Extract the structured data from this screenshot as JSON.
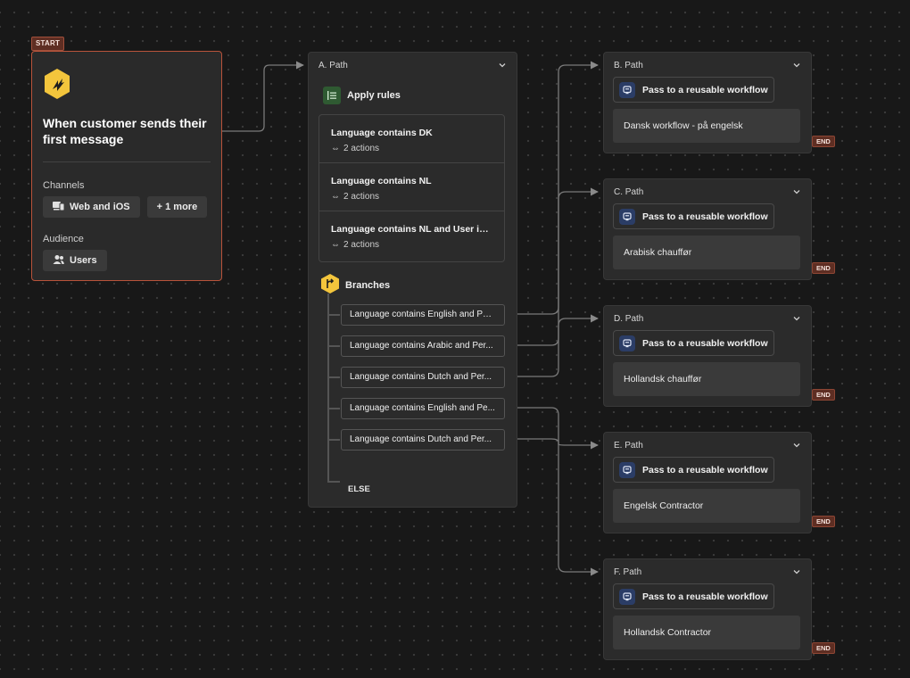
{
  "colors": {
    "background": "#181818",
    "card": "#2b2b2b",
    "trigger_border": "#b8533a",
    "accent_yellow": "#f3c53c",
    "apply_green": "#2f5a32",
    "workflow_blue": "#2b3d66",
    "end_tag": "#5e2e23"
  },
  "start": {
    "tag": "START",
    "icon": "bolt-icon",
    "title": "When customer sends their first message",
    "channels_label": "Channels",
    "channel_chip": "Web and iOS",
    "channel_more": "+ 1 more",
    "audience_label": "Audience",
    "audience_chip": "Users"
  },
  "path_a": {
    "header": "A. Path",
    "apply_rules": "Apply rules",
    "rules": [
      {
        "title": "Language contains DK",
        "actions": "2 actions"
      },
      {
        "title": "Language contains NL",
        "actions": "2 actions"
      },
      {
        "title": "Language contains NL and User id c...",
        "actions": "2 actions"
      }
    ],
    "branches_label": "Branches",
    "branches": [
      "Language contains English and Per...",
      "Language contains Arabic and Per...",
      "Language contains Dutch and Per...",
      "Language contains English and Pe...",
      "Language contains Dutch and Per..."
    ],
    "else_label": "ELSE"
  },
  "paths": [
    {
      "header": "B. Path",
      "button": "Pass to a reusable workflow",
      "workflow": "Dansk workflow - på engelsk",
      "end": "END"
    },
    {
      "header": "C. Path",
      "button": "Pass to a reusable workflow",
      "workflow": "Arabisk chauffør",
      "end": "END"
    },
    {
      "header": "D. Path",
      "button": "Pass to a reusable workflow",
      "workflow": "Hollandsk chauffør",
      "end": "END"
    },
    {
      "header": "E. Path",
      "button": "Pass to a reusable workflow",
      "workflow": "Engelsk Contractor",
      "end": "END"
    },
    {
      "header": "F. Path",
      "button": "Pass to a reusable workflow",
      "workflow": "Hollandsk Contractor",
      "end": "END"
    }
  ]
}
